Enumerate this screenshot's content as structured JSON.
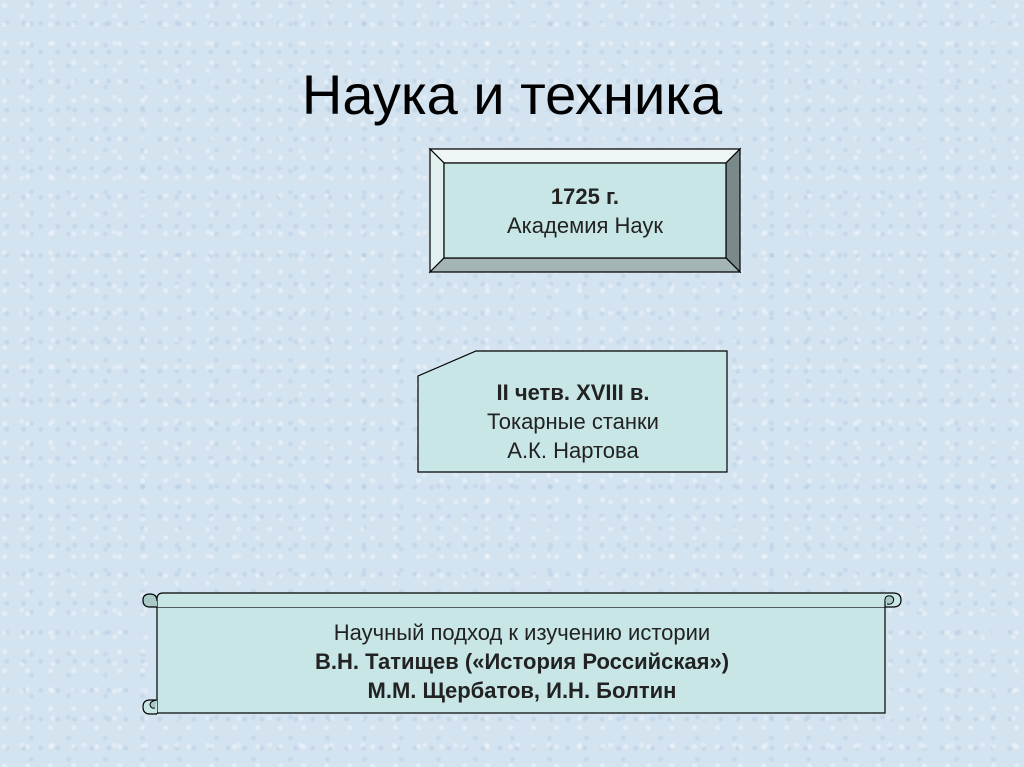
{
  "title": "Наука и техника",
  "boxes": {
    "academy": {
      "line1": "1725 г.",
      "line2": "Академия Наук"
    },
    "lathes": {
      "line1": "II четв. XVIII в.",
      "line2": "Токарные станки",
      "line3": "А.К. Нартова"
    },
    "history": {
      "line1": "Научный подход к изучению истории",
      "line2": "В.Н. Татищев («История Российская»)",
      "line3": "М.М. Щербатов, И.Н. Болтин"
    }
  },
  "colors": {
    "box_fill": "#c8e6e6",
    "border": "#000000"
  }
}
